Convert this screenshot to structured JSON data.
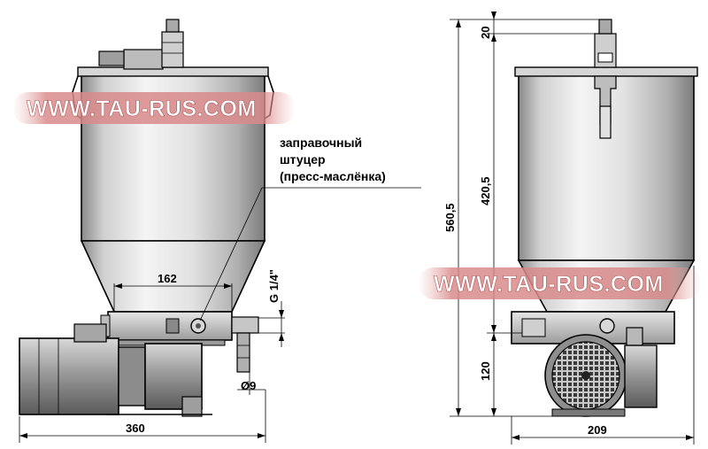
{
  "watermark": {
    "text_left": "WWW.TAU-RUS.COM",
    "text_right": "WWW.TAU-RUS.COM",
    "band_color": "#d98a8a",
    "text_color": "#ffffff"
  },
  "annotation": {
    "line1": "заправочный",
    "line2": "штуцер",
    "line3": "(пресс-маслёнка)"
  },
  "dimensions": {
    "width_front": "360",
    "inner_width": "162",
    "thread": "G 1/4\"",
    "hole_diameter": "Ø9",
    "total_height": "560,5",
    "top_offset": "20",
    "reservoir_height": "420,5",
    "base_height": "120",
    "width_side": "209"
  }
}
